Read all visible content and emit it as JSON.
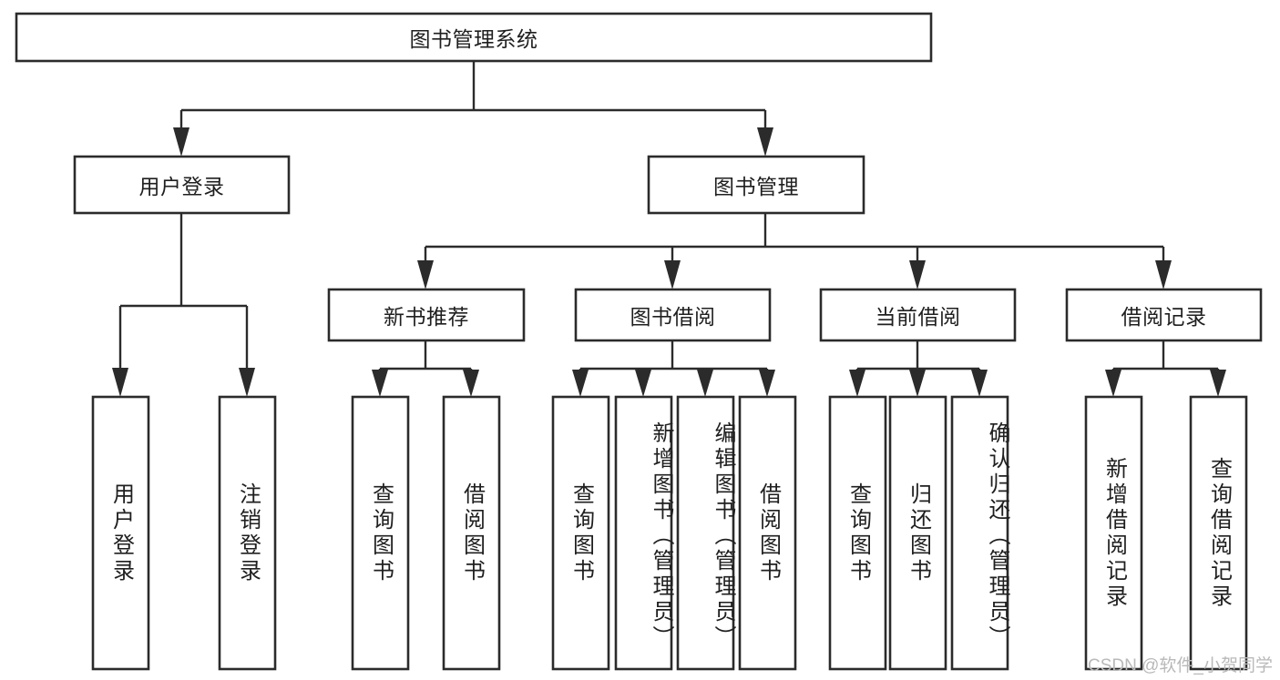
{
  "diagram": {
    "title": "图书管理系统",
    "type": "hierarchy-tree",
    "watermark": "CSDN @软件_小贺同学",
    "colors": {
      "box_stroke": "#2b2b2b",
      "box_fill": "#ffffff",
      "text": "#1f1f1f",
      "background": "#ffffff",
      "watermark": "#b9b9b9"
    },
    "root": {
      "id": "root",
      "label": "图书管理系统",
      "orientation": "horizontal"
    },
    "level1": [
      {
        "id": "user-login",
        "label": "用户登录",
        "orientation": "horizontal"
      },
      {
        "id": "book-manage",
        "label": "图书管理",
        "orientation": "horizontal"
      }
    ],
    "level2": [
      {
        "id": "new-book-recommend",
        "label": "新书推荐",
        "orientation": "horizontal",
        "parent": "book-manage"
      },
      {
        "id": "book-borrow",
        "label": "图书借阅",
        "orientation": "horizontal",
        "parent": "book-manage"
      },
      {
        "id": "current-borrow",
        "label": "当前借阅",
        "orientation": "horizontal",
        "parent": "book-manage"
      },
      {
        "id": "borrow-record",
        "label": "借阅记录",
        "orientation": "horizontal",
        "parent": "book-manage"
      }
    ],
    "leaves": [
      {
        "id": "leaf-user-login",
        "label": "用户登录",
        "orientation": "vertical",
        "parent": "user-login"
      },
      {
        "id": "leaf-logout-login",
        "label": "注销登录",
        "orientation": "vertical",
        "parent": "user-login"
      },
      {
        "id": "leaf-query-book-1",
        "label": "查询图书",
        "orientation": "vertical",
        "parent": "new-book-recommend"
      },
      {
        "id": "leaf-borrow-book-1",
        "label": "借阅图书",
        "orientation": "vertical",
        "parent": "new-book-recommend"
      },
      {
        "id": "leaf-query-book-2",
        "label": "查询图书",
        "orientation": "vertical",
        "parent": "book-borrow"
      },
      {
        "id": "leaf-add-book",
        "label": "新增图书（管理员）",
        "orientation": "vertical",
        "parent": "book-borrow"
      },
      {
        "id": "leaf-edit-book",
        "label": "编辑图书（管理员）",
        "orientation": "vertical",
        "parent": "book-borrow"
      },
      {
        "id": "leaf-borrow-book-2",
        "label": "借阅图书",
        "orientation": "vertical",
        "parent": "book-borrow"
      },
      {
        "id": "leaf-query-book-3",
        "label": "查询图书",
        "orientation": "vertical",
        "parent": "current-borrow"
      },
      {
        "id": "leaf-return-book",
        "label": "归还图书",
        "orientation": "vertical",
        "parent": "current-borrow"
      },
      {
        "id": "leaf-confirm-return",
        "label": "确认归还（管理员）",
        "orientation": "vertical",
        "parent": "current-borrow"
      },
      {
        "id": "leaf-add-record",
        "label": "新增借阅记录",
        "orientation": "vertical",
        "parent": "borrow-record"
      },
      {
        "id": "leaf-query-record",
        "label": "查询借阅记录",
        "orientation": "vertical",
        "parent": "borrow-record"
      }
    ]
  }
}
